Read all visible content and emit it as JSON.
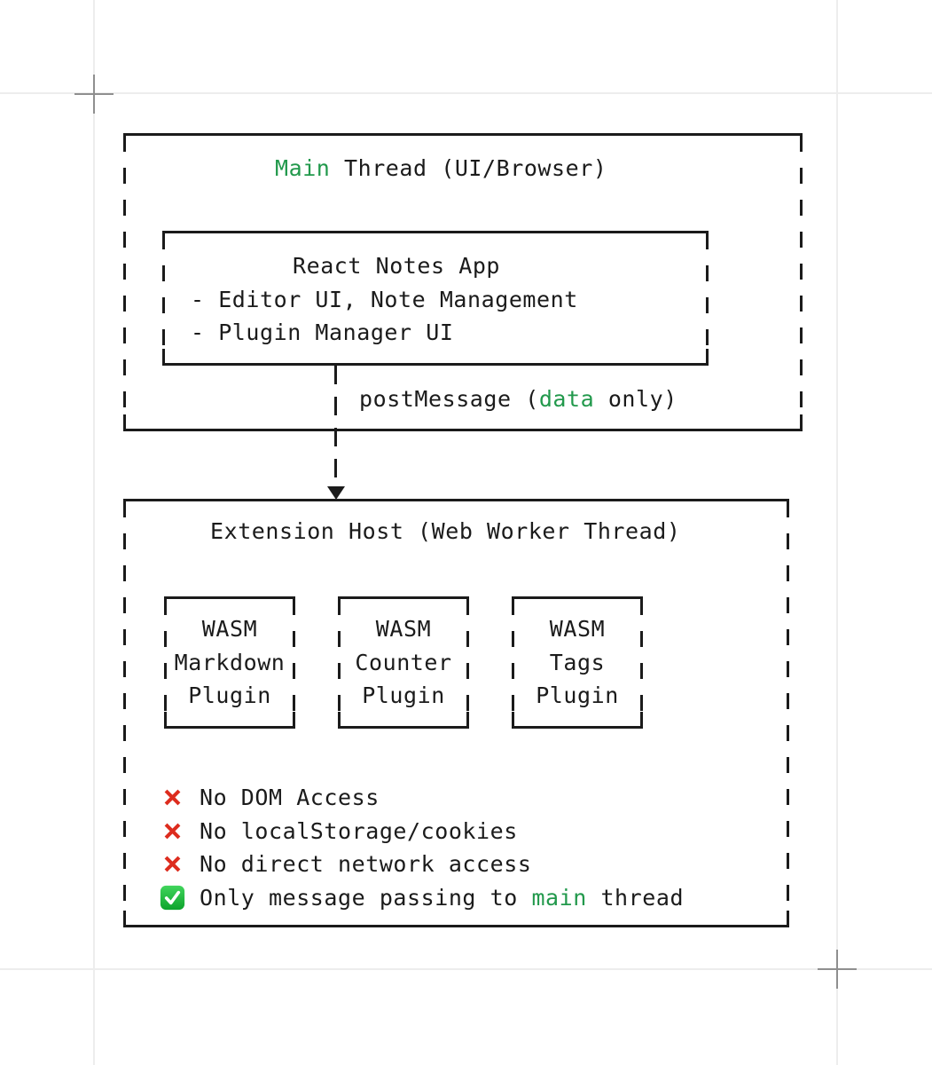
{
  "colors": {
    "ink": "#1b1b1b",
    "keyword_green": "#22994c",
    "cross_red": "#dd2c1e",
    "check_green": "#17b335",
    "guide_gray": "#ededed",
    "crosshair_gray": "#8f8f8f"
  },
  "main_thread_box": {
    "title_highlight": "Main",
    "title_rest": " Thread (UI/Browser)",
    "react_app_box": {
      "title": "React Notes App",
      "bullet_1": "- Editor UI, Note Management",
      "bullet_2": "- Plugin Manager UI"
    }
  },
  "connector": {
    "label_prefix": "postMessage (",
    "label_highlight": "data",
    "label_suffix": " only)",
    "arrow_icon": "down-arrowhead"
  },
  "extension_host_box": {
    "title": "Extension Host (Web Worker Thread)",
    "plugins": [
      {
        "line1": "WASM",
        "line2": "Markdown",
        "line3": "Plugin"
      },
      {
        "line1": "WASM",
        "line2": "Counter",
        "line3": "Plugin"
      },
      {
        "line1": "WASM",
        "line2": "Tags",
        "line3": "Plugin"
      }
    ],
    "rules": [
      {
        "icon": "cross-mark",
        "text": "No DOM Access"
      },
      {
        "icon": "cross-mark",
        "text": "No localStorage/cookies"
      },
      {
        "icon": "cross-mark",
        "text": "No direct network access"
      },
      {
        "icon": "check-mark",
        "prefix": "Only message passing to ",
        "highlight": "main",
        "suffix": " thread"
      }
    ]
  }
}
